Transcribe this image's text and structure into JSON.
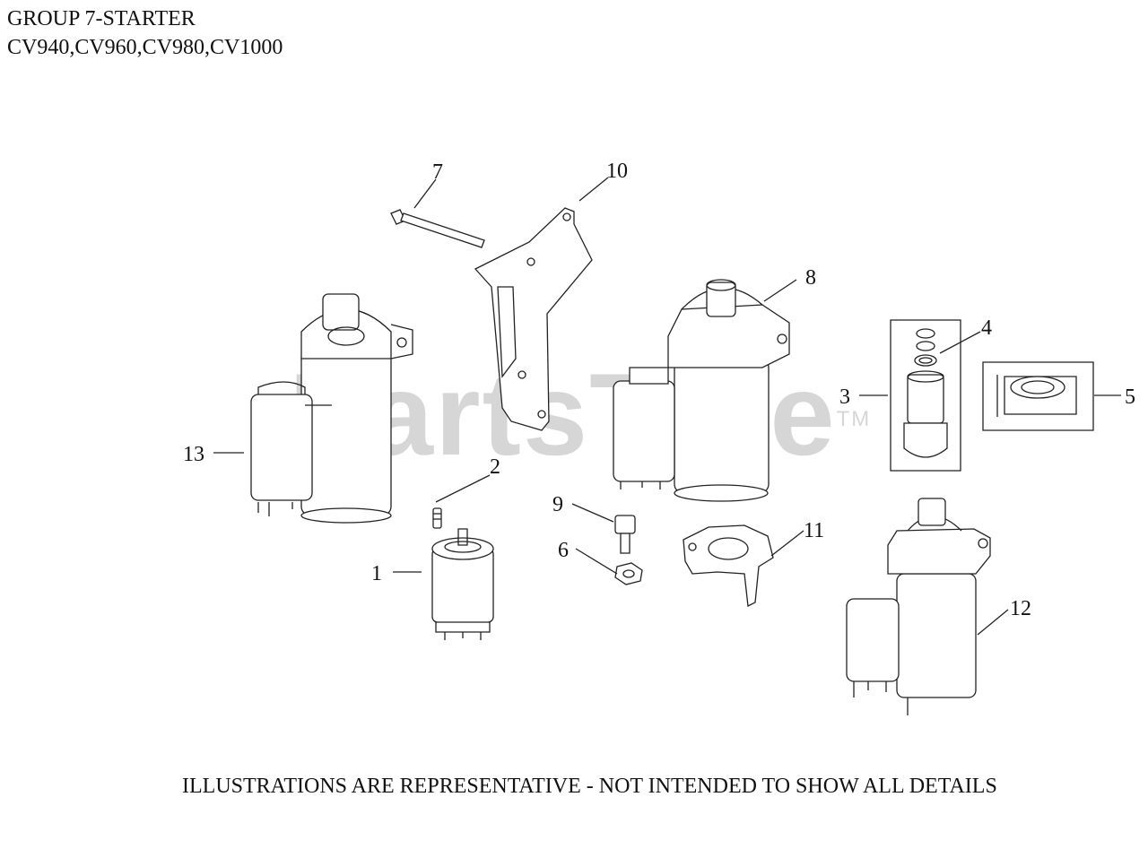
{
  "header": {
    "title_line1": "GROUP 7-STARTER",
    "title_line2": "CV940,CV960,CV980,CV1000"
  },
  "watermark": {
    "text": "PartsTree",
    "trademark": "TM"
  },
  "footer": {
    "note": "ILLUSTRATIONS ARE REPRESENTATIVE - NOT INTENDED TO SHOW ALL DETAILS"
  },
  "callouts": [
    {
      "id": "1",
      "label": "1"
    },
    {
      "id": "2",
      "label": "2"
    },
    {
      "id": "3",
      "label": "3"
    },
    {
      "id": "4",
      "label": "4"
    },
    {
      "id": "5",
      "label": "5"
    },
    {
      "id": "6",
      "label": "6"
    },
    {
      "id": "7",
      "label": "7"
    },
    {
      "id": "8",
      "label": "8"
    },
    {
      "id": "9",
      "label": "9"
    },
    {
      "id": "10",
      "label": "10"
    },
    {
      "id": "11",
      "label": "11"
    },
    {
      "id": "12",
      "label": "12"
    },
    {
      "id": "13",
      "label": "13"
    }
  ]
}
